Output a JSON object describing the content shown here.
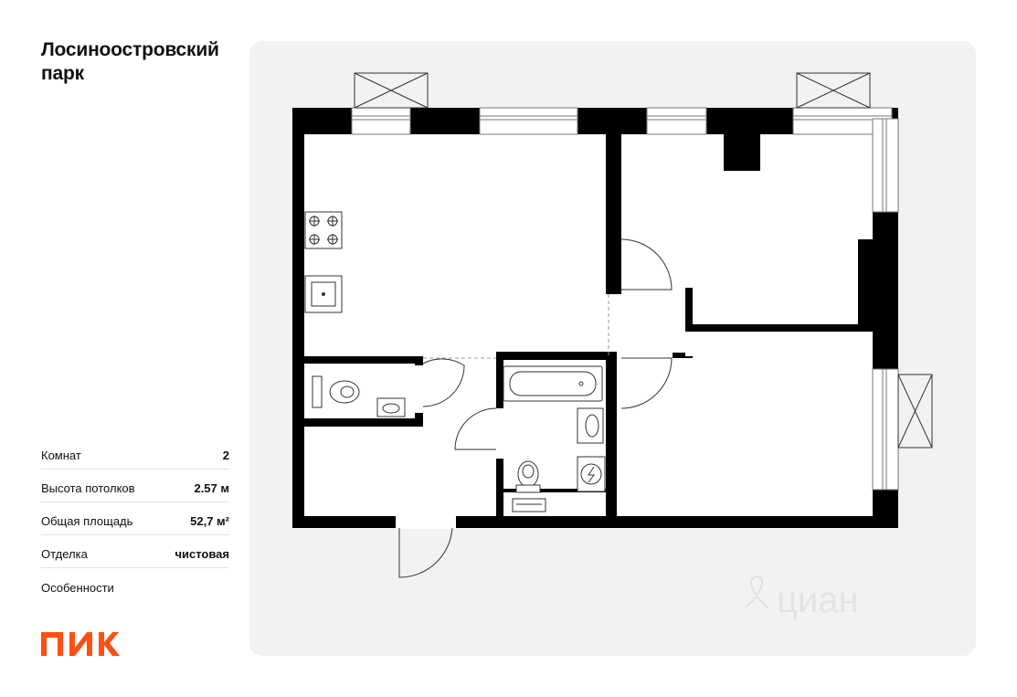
{
  "project": {
    "name": "Лосиноостровский парк"
  },
  "specs": [
    {
      "label": "Комнат",
      "value": "2"
    },
    {
      "label": "Высота потолков",
      "value": "2.57 м"
    },
    {
      "label": "Общая площадь",
      "value": "52,7 м²"
    },
    {
      "label": "Отделка",
      "value": "чистовая"
    },
    {
      "label": "Особенности",
      "value": ""
    }
  ],
  "brand": {
    "logo_text": "ПИК",
    "accent_color": "#ff4f12"
  },
  "watermark": {
    "text": "циан"
  },
  "colors": {
    "panel_bg": "#f3f2f1",
    "wall": "#000000",
    "floor": "#ffffff"
  }
}
